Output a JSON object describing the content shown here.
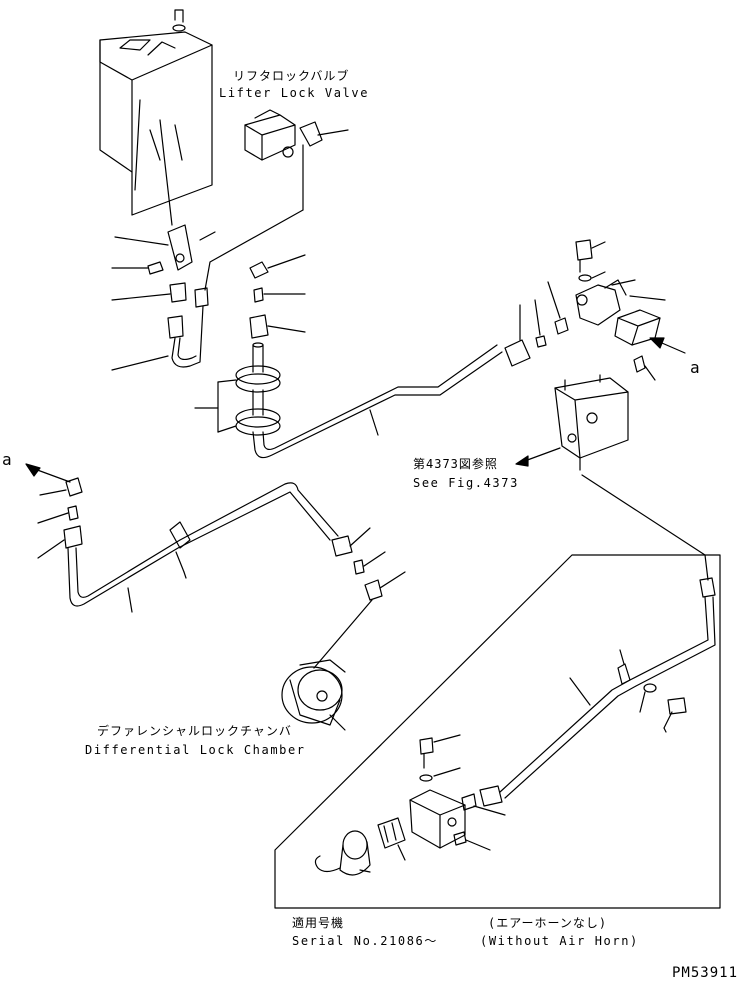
{
  "labels": {
    "lifter_lock_valve_jp": "リフタロックバルブ",
    "lifter_lock_valve_en": "Lifter Lock Valve",
    "see_fig_jp": "第4373図参照",
    "see_fig_en": "See Fig.4373",
    "diff_lock_chamber_jp": "デファレンシャルロックチャンバ",
    "diff_lock_chamber_en": "Differential Lock Chamber",
    "serial_jp": "適用号機",
    "serial_en": "Serial No.21086～",
    "without_air_horn_jp": "(エアーホーンなし)",
    "without_air_horn_en": "(Without Air Horn)",
    "ref_a_left": "a",
    "ref_a_right": "a",
    "drawing_code": "PM53911"
  },
  "colors": {
    "line": "#000000",
    "background": "#ffffff"
  }
}
